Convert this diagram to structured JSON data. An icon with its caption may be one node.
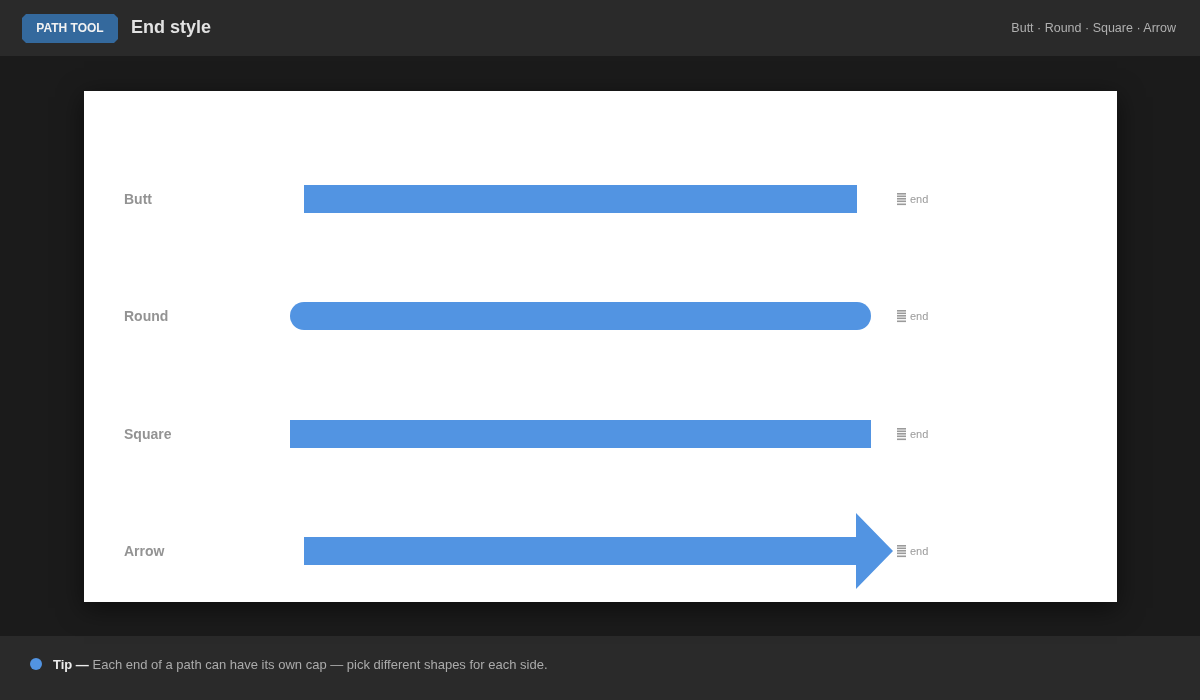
{
  "diagram": {
    "title": "End style",
    "labels": [
      "PATH TOOL",
      "Butt · Round · Square · Arrow",
      "Butt",
      "end",
      "Round",
      "end",
      "Square",
      "end",
      "Arrow",
      "end",
      "**Tip —** Each end of a path can have its own cap — pick different shapes for each side."
    ]
  }
}
